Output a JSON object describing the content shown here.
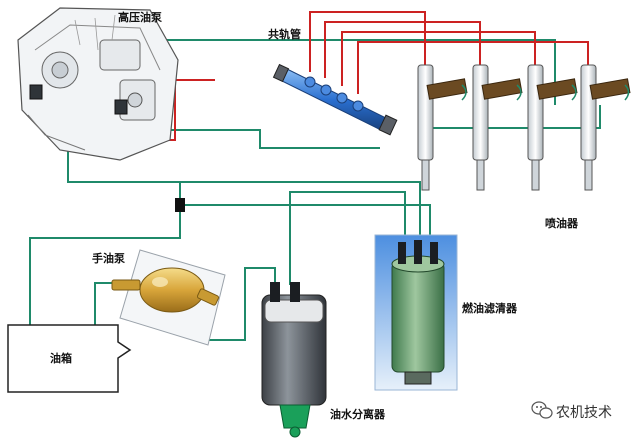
{
  "labels": {
    "high_pressure_pump": "高压油泵",
    "common_rail": "共轨管",
    "injector": "喷油器",
    "hand_pump": "手油泵",
    "fuel_tank": "油箱",
    "fuel_filter": "燃油滤清器",
    "water_separator": "油水分离器"
  },
  "watermark": {
    "text": "农机技术",
    "icon": "wechat-icon"
  },
  "colors": {
    "pressure_line": "#cc2222",
    "return_line": "#1f8a6a",
    "rail_body": "#2a6fd0",
    "bulb": "#d8a53a",
    "filter_body": "#5c9a6a",
    "separator_body": "#555a60",
    "separator_cap": "#1aa05a",
    "injector_body": "#e8eef2"
  }
}
